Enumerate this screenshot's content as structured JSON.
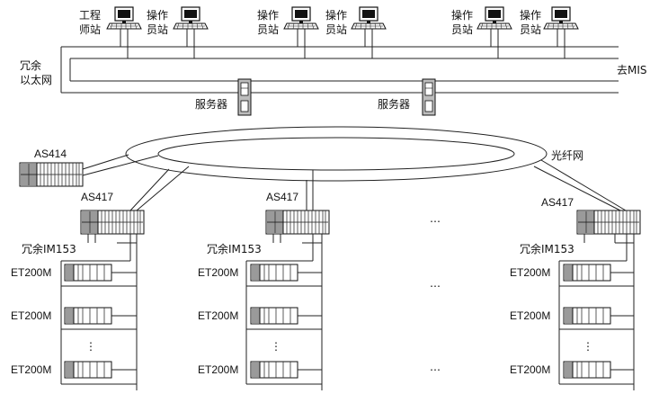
{
  "workstations": [
    {
      "label_l1": "工程",
      "label_l2": "师站"
    },
    {
      "label_l1": "操作",
      "label_l2": "员站"
    },
    {
      "label_l1": "操作",
      "label_l2": "员站"
    },
    {
      "label_l1": "操作",
      "label_l2": "员站"
    },
    {
      "label_l1": "操作",
      "label_l2": "员站"
    },
    {
      "label_l1": "操作",
      "label_l2": "员站"
    }
  ],
  "ethernet": {
    "label_l1": "冗余",
    "label_l2": "以太网",
    "mis": "去MIS"
  },
  "servers": [
    "服务器",
    "服务器"
  ],
  "ring": {
    "label": "光纤网"
  },
  "as414": "AS414",
  "as417": [
    "AS417",
    "AS417",
    "AS417"
  ],
  "im153": [
    "冗余IM153",
    "冗余IM153",
    "冗余IM153"
  ],
  "et200m": "ET200M",
  "ellipsis_v": "⋮",
  "ellipsis_h": "…",
  "colors": {
    "module_gray": "#9a9a9a",
    "line": "#222222"
  }
}
